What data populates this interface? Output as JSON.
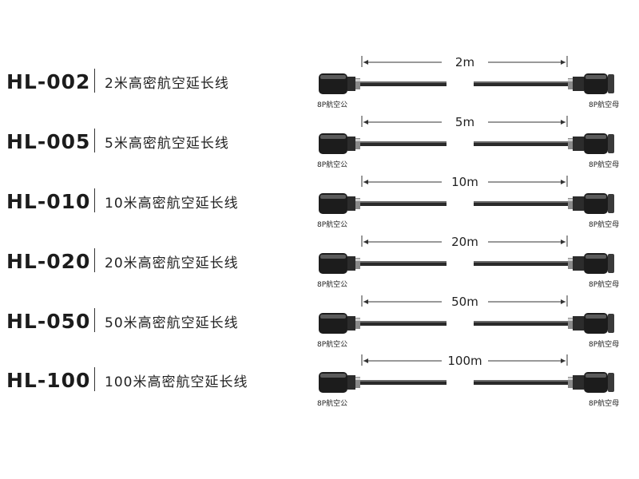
{
  "products": [
    {
      "code": "HL-002",
      "description": "2米高密航空延长线",
      "length": "2m",
      "left_connector": "8P航空公",
      "right_connector": "8P航空母"
    },
    {
      "code": "HL-005",
      "description": "5米高密航空延长线",
      "length": "5m",
      "left_connector": "8P航空公",
      "right_connector": "8P航空母"
    },
    {
      "code": "HL-010",
      "description": "10米高密航空延长线",
      "length": "10m",
      "left_connector": "8P航空公",
      "right_connector": "8P航空母"
    },
    {
      "code": "HL-020",
      "description": "20米高密航空延长线",
      "length": "20m",
      "left_connector": "8P航空公",
      "right_connector": "8P航空母"
    },
    {
      "code": "HL-050",
      "description": "50米高密航空延长线",
      "length": "50m",
      "left_connector": "8P航空公",
      "right_connector": "8P航空母"
    },
    {
      "code": "HL-100",
      "description": "100米高密航空延长线",
      "length": "100m",
      "left_connector": "8P航空公",
      "right_connector": "8P航空母"
    }
  ]
}
